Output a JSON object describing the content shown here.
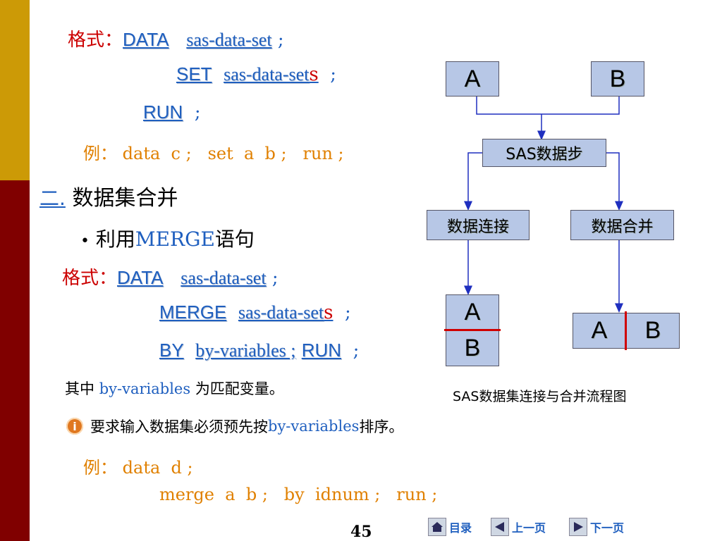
{
  "slide": {
    "format_label_1": "格式：",
    "data_kw_1": "DATA",
    "dataset_arg_1": "sas-data-set",
    "semicolon": ";",
    "set_kw": "SET",
    "sets_arg_base": "sas-data-set",
    "sets_arg_s": "s",
    "run_kw": "RUN",
    "example_label": "例：",
    "example_1_code": "data  c ;   set  a  b ;   run ;",
    "section_number": "二.",
    "section_title": "数据集合并",
    "bullet": "•",
    "bullet_text_prefix": "利用",
    "bullet_text_kw": "MERGE",
    "bullet_text_suffix": "语句",
    "format_label_2": "格式：",
    "data_kw_2": "DATA",
    "dataset_arg_2": "sas-data-set",
    "merge_kw": "MERGE",
    "by_kw": "BY",
    "by_arg": "by-variables ;",
    "run_kw_2": "RUN",
    "note_prefix": "其中",
    "note_kw": "by-variables",
    "note_suffix": "为匹配变量。",
    "info_text_prefix": "要求输入数据集必须预先按",
    "info_text_kw": "by-variables",
    "info_text_suffix": "排序。",
    "example_2_line1": "data  d ;",
    "example_2_line2": "merge  a  b ;   by  idnum ;   run ;",
    "page_number": "45"
  },
  "diagram": {
    "box_a": "A",
    "box_b": "B",
    "sas_step": "SAS数据步",
    "concat": "数据连接",
    "merge": "数据合并",
    "result_concat_top": "A",
    "result_concat_bottom": "B",
    "result_merge_left": "A",
    "result_merge_right": "B",
    "caption": "SAS数据集连接与合并流程图"
  },
  "nav": {
    "home_label": "目录",
    "prev_label": "上一页",
    "next_label": "下一页"
  },
  "colors": {
    "gold_bar": "#cc9a06",
    "dark_red_bar": "#800000",
    "keyword_blue": "#1f5fbf",
    "label_red": "#cc0000",
    "code_orange": "#e08000",
    "box_fill": "#b7c7e6"
  }
}
